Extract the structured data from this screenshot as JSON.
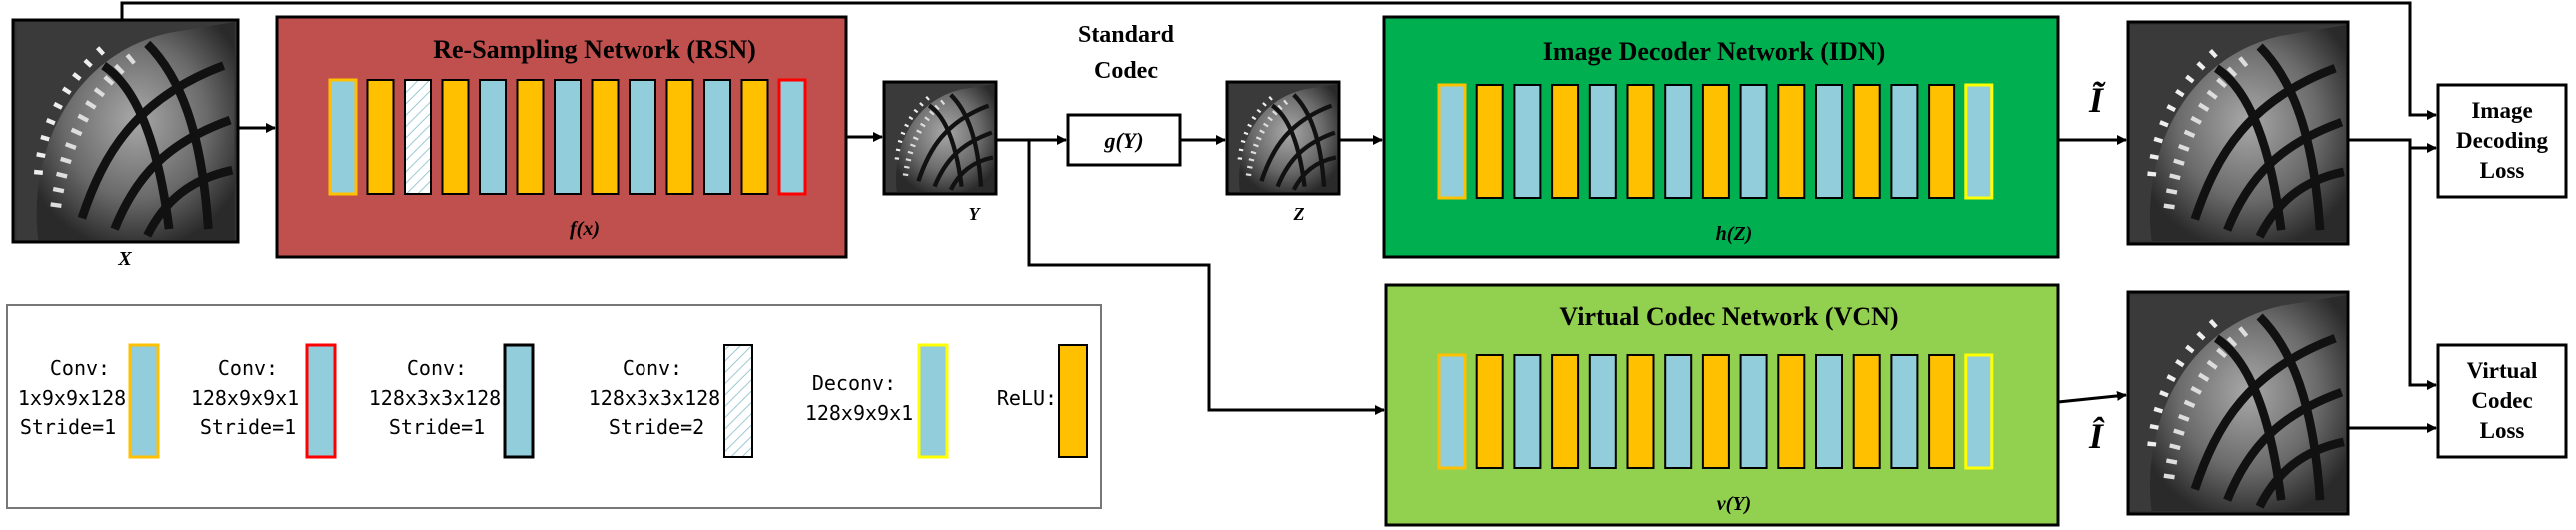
{
  "colors": {
    "rsn_fill": "#c0504d",
    "idn_fill": "#00b050",
    "vcn_fill": "#92d050",
    "conv_fill": "#92cddc",
    "relu_fill": "#ffc000",
    "stride2_hatch": "#9cc9d4",
    "border_orange": "#ffc000",
    "border_red": "#ff0000",
    "border_yellow": "#ffff00"
  },
  "labels": {
    "x": "X",
    "y": "Y",
    "z": "Z",
    "codec_title_line1": "Standard",
    "codec_title_line2": "Codec",
    "codec_fn": "g(Y)",
    "i_tilde": "Ĩ",
    "i_hat": "Î"
  },
  "rsn": {
    "title": "Re-Sampling Network (RSN)",
    "fn": "f(x)"
  },
  "idn": {
    "title": "Image Decoder Network (IDN)",
    "fn": "h(Z)"
  },
  "vcn": {
    "title": "Virtual Codec Network (VCN)",
    "fn": "v(Y)"
  },
  "losses": {
    "decoding": [
      "Image",
      "Decoding",
      "Loss"
    ],
    "virtual": [
      "Virtual",
      "Codec",
      "Loss"
    ]
  },
  "legend": [
    {
      "line1": "Conv:",
      "line2": "1x9x9x128",
      "line3": "Stride=1",
      "swatch": "conv-orange-border"
    },
    {
      "line1": "Conv:",
      "line2": "128x9x9x1",
      "line3": "Stride=1",
      "swatch": "conv-red-border"
    },
    {
      "line1": "Conv:",
      "line2": "128x3x3x128",
      "line3": "Stride=1",
      "swatch": "conv-plain"
    },
    {
      "line1": "Conv:",
      "line2": "128x3x3x128",
      "line3": "Stride=2",
      "swatch": "conv-hatched"
    },
    {
      "line1": "Deconv:",
      "line2": "128x9x9x1",
      "line3": "",
      "swatch": "deconv-yellow-border"
    },
    {
      "line1": "ReLU:",
      "line2": "",
      "line3": "",
      "swatch": "relu"
    }
  ]
}
